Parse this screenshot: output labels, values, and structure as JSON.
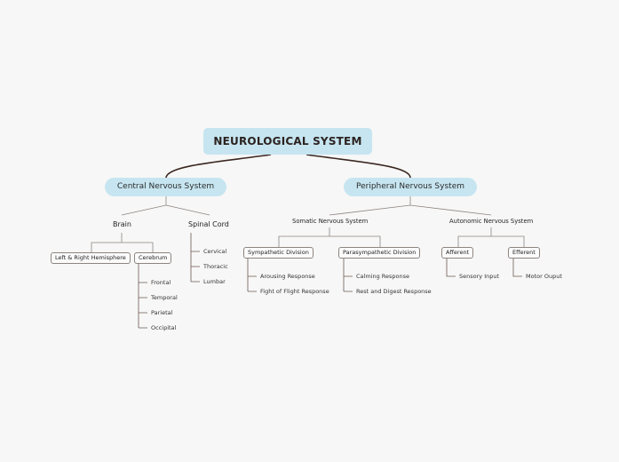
{
  "title": "NEUROLOGICAL SYSTEM",
  "colors": {
    "topic_fill": "#c6e5f0",
    "main_connector": "#3a2620",
    "branch_connector": "#8d8580",
    "background": "#f7f7f7"
  },
  "branches": {
    "central": {
      "label": "Central Nervous System",
      "children": {
        "brain": {
          "label": "Brain",
          "children": {
            "hemisphere": {
              "label": "Left & Right Hemisphere"
            },
            "cerebrum": {
              "label": "Cerebrum",
              "lobes": [
                "Frontal",
                "Temporal",
                "Parietal",
                "Occipital"
              ]
            }
          }
        },
        "spinal_cord": {
          "label": "Spinal Cord",
          "regions": [
            "Cervical",
            "Thoracic",
            "Lumbar"
          ]
        }
      }
    },
    "peripheral": {
      "label": "Peripheral Nervous System",
      "children": {
        "somatic": {
          "label": "Somatic Nervous System",
          "children": {
            "sympathetic": {
              "label": "Sympathetic Division",
              "items": [
                "Arousing Response",
                "Fight of Flight Response"
              ]
            },
            "parasympathetic": {
              "label": "Parasympathetic Division",
              "items": [
                "Calming Response",
                "Rest and Digest Response"
              ]
            }
          }
        },
        "autonomic": {
          "label": "Autonomic Nervous System",
          "children": {
            "afferent": {
              "label": "Afferent",
              "items": [
                "Sensory Input"
              ]
            },
            "efferent": {
              "label": "Efferent",
              "items": [
                "Motor Ouput"
              ]
            }
          }
        }
      }
    }
  }
}
